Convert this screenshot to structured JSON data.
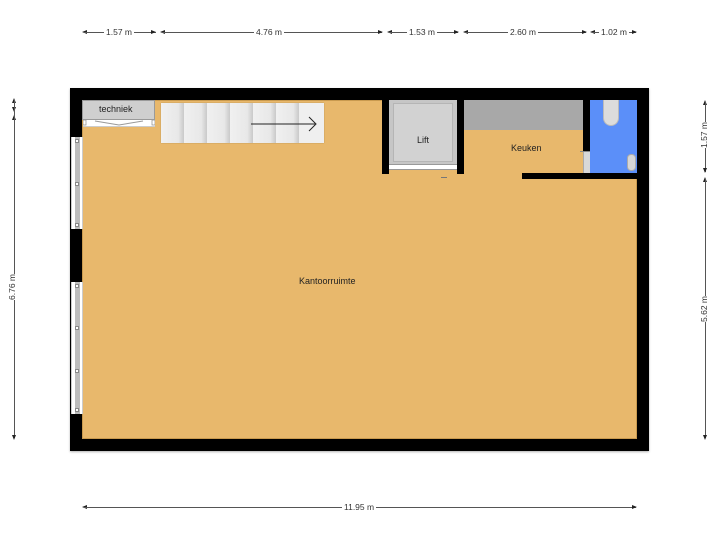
{
  "floorplan": {
    "rooms": {
      "main": "Kantoorruimte",
      "kitchen": "Keuken",
      "lift": "Lift",
      "technical": "techniek"
    },
    "dimensions": {
      "top": [
        "1.57 m",
        "4.76 m",
        "1.53 m",
        "2.60 m",
        "1.02 m"
      ],
      "bottom": "11.95 m",
      "left": "6.76 m",
      "right": [
        "1.57 m",
        "5.62 m"
      ]
    },
    "colors": {
      "floor": "#e8b86c",
      "wall": "#000000",
      "bathroom": "#5b8ff9",
      "counter": "#a8a8a8",
      "lift": "#cfcfcf",
      "stairs": "#ececec"
    }
  }
}
